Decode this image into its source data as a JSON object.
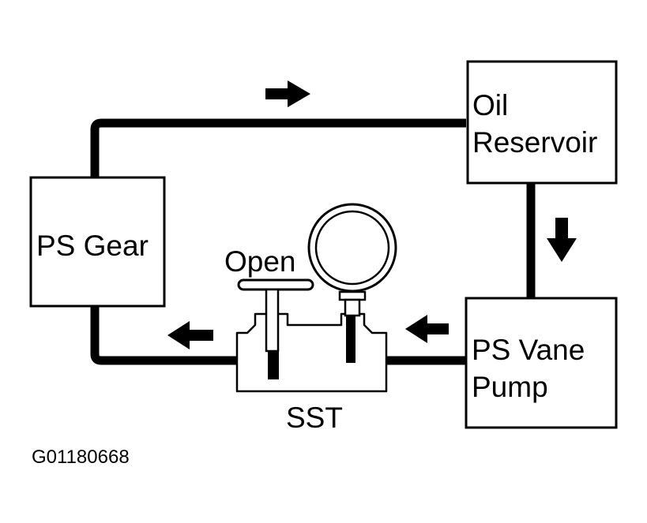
{
  "components": {
    "ps_gear": "PS Gear",
    "oil_reservoir_line1": "Oil",
    "oil_reservoir_line2": "Reservoir",
    "ps_vane_pump_line1": "PS Vane",
    "ps_vane_pump_line2": "Pump",
    "valve_label": "Open",
    "tool_label": "SST"
  },
  "figure_id": "G01180668",
  "flow_arrows": [
    "right",
    "down",
    "left",
    "left"
  ],
  "colors": {
    "line": "#000000",
    "background": "#ffffff"
  }
}
